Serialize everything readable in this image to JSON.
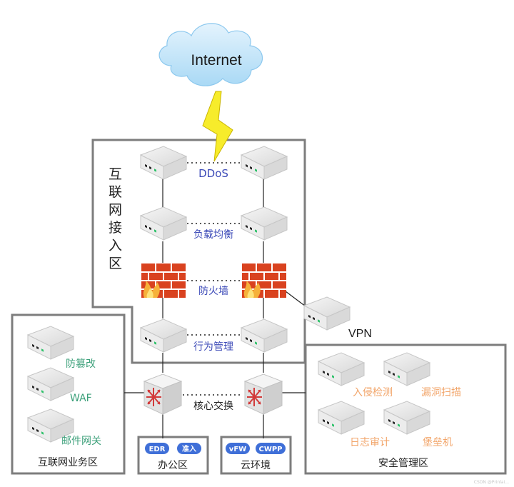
{
  "cloud": {
    "label": "Internet"
  },
  "zones": {
    "internet_access": {
      "label": "互联网接入区",
      "chars": [
        "互",
        "联",
        "网",
        "接",
        "入",
        "区"
      ]
    },
    "internet_business": {
      "label": "互联网业务区"
    },
    "office": {
      "label": "办公区"
    },
    "cloud_env": {
      "label": "云环境"
    },
    "security_mgmt": {
      "label": "安全管理区"
    }
  },
  "links": {
    "ddos": "DDoS",
    "load_balance": "负载均衡",
    "firewall": "防火墙",
    "behavior_mgmt": "行为管理",
    "core_switch": "核心交换"
  },
  "vpn": {
    "label": "VPN"
  },
  "business_devices": [
    "防篡改",
    "WAF",
    "邮件网关"
  ],
  "office_pills": [
    "EDR",
    "准入"
  ],
  "cloud_pills": [
    "vFW",
    "CWPP"
  ],
  "security_devices": [
    "入侵检测",
    "漏洞扫描",
    "日志审计",
    "堡垒机"
  ],
  "watermark": "CSDN @Prinlai...",
  "colors": {
    "blue": "#3d4bb8",
    "green": "#3ca07a",
    "orange": "#f2a56a",
    "pill": "#3f6fd8",
    "zone_border": "#7d7d7d"
  }
}
